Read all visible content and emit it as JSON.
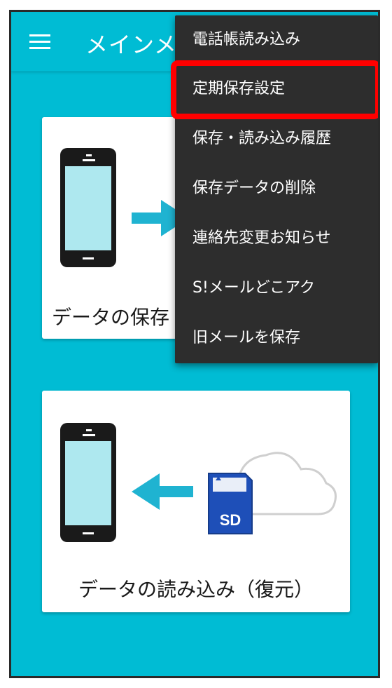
{
  "app_bar": {
    "title": "メインメニュー",
    "menu_icon": "hamburger-menu-icon"
  },
  "cards": {
    "save": {
      "label": "データの保存（バックアップ）"
    },
    "restore": {
      "label": "データの読み込み（復元）"
    }
  },
  "overflow_menu": {
    "items": [
      "電話帳読み込み",
      "定期保存設定",
      "保存・読み込み履歴",
      "保存データの削除",
      "連絡先変更お知らせ",
      "S!メールどこアク",
      "旧メールを保存"
    ],
    "highlighted_index": 1
  },
  "illustration": {
    "sd_label": "SD"
  },
  "colors": {
    "app_background": "#00bcd4",
    "menu_background": "#2d2d2d",
    "highlight": "#ff0000",
    "arrow": "#1fb3d1",
    "sd_card": "#1e4fb8"
  }
}
